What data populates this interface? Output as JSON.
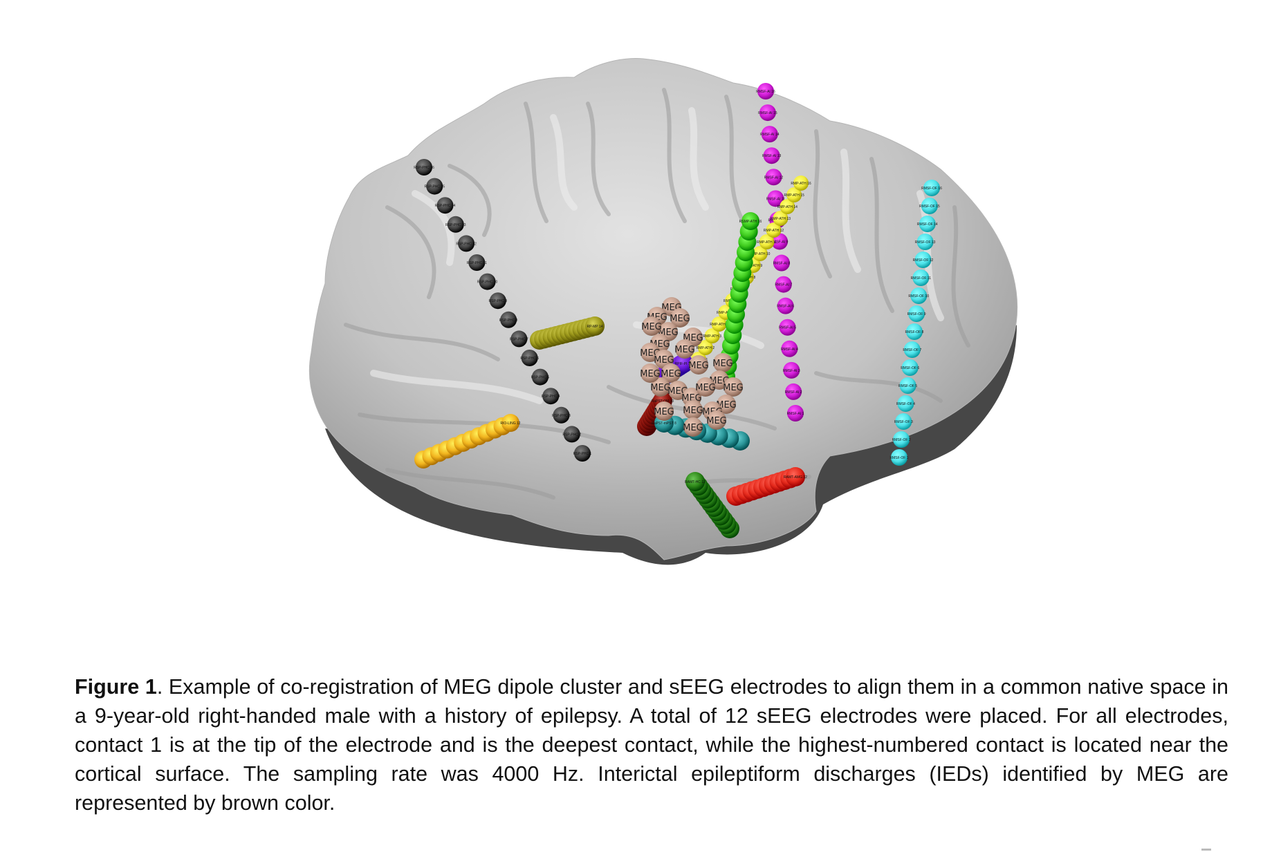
{
  "figure": {
    "label": "Figure 1",
    "caption": ". Example of co-registration of MEG dipole cluster and sEEG electrodes to align them in a common native space in a 9-year-old right-handed male with a history of epilepsy. A total of 12 sEEG electrodes were placed. For all electrodes, contact 1 is at the tip of the electrode and is the deepest contact, while the highest-numbered contact is located near the cortical surface. The sampling rate was 4000 Hz. Interictal epileptiform discharges (IEDs) identified by MEG are represented by brown color.",
    "meg_label": "MEG",
    "meg_color": "#c4a08f",
    "brain_color": "#c9c9c9",
    "electrodes": [
      {
        "name": "RSP-PHC",
        "color": "#444444",
        "contacts": 16
      },
      {
        "name": "RMSF-AI",
        "color": "#d21ed8",
        "contacts": 16
      },
      {
        "name": "RMSF-OF",
        "color": "#4fe3ea",
        "contacts": 16
      },
      {
        "name": "RMP-ATH",
        "color": "#f2ec3a",
        "contacts": 16
      },
      {
        "name": "RSMP-ATH",
        "color": "#3fcb1e",
        "contacts": 16
      },
      {
        "name": "RP-MP",
        "color": "#9e9a1c",
        "contacts": 14
      },
      {
        "name": "RIO-LING",
        "color": "#f2b51f",
        "contacts": 12
      },
      {
        "name": "RPIF-PI",
        "color": "#6a18d8",
        "contacts": 10
      },
      {
        "name": "RaPST-OM",
        "color": "#8e140c",
        "contacts": 10
      },
      {
        "name": "RaPST-mPST",
        "color": "#2a9598",
        "contacts": 8
      },
      {
        "name": "RAMT-AMG",
        "color": "#e52a1c",
        "contacts": 12
      },
      {
        "name": "RAMT-HC",
        "color": "#2f8a1a",
        "contacts": 12
      }
    ]
  }
}
